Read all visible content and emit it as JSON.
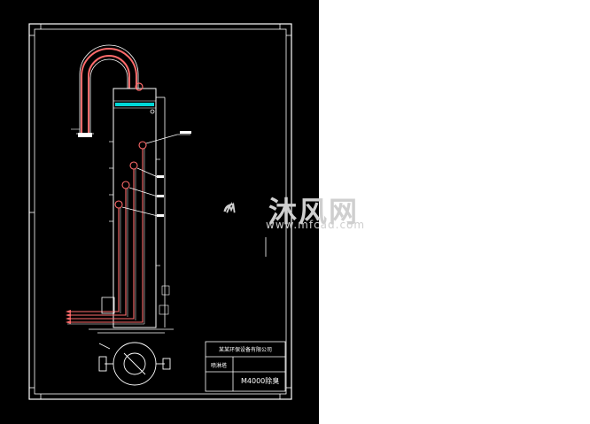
{
  "drawing": {
    "model_code": "M4000除臭",
    "company": "某某环保设备有限公司",
    "drawing_name": "喷淋塔"
  },
  "watermark": {
    "brand_text": "沐风网",
    "url_text": "www.mfcad.com",
    "logo_icon": "mf-star-logo-icon"
  },
  "colors": {
    "background": "#000000",
    "line": "#ffffff",
    "pipe": "#ff6b6b",
    "water": "#00d7d7",
    "page": "#ffffff"
  }
}
